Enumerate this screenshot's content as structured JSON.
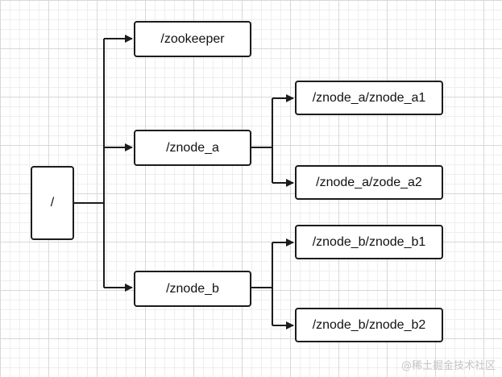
{
  "diagram": {
    "nodes": {
      "root": "/",
      "zookeeper": "/zookeeper",
      "znode_a": "/znode_a",
      "znode_b": "/znode_b",
      "znode_a_a1": "/znode_a/znode_a1",
      "znode_a_a2": "/znode_a/zode_a2",
      "znode_b_b1": "/znode_b/znode_b1",
      "znode_b_b2": "/znode_b/znode_b2"
    },
    "edges": [
      {
        "from": "root",
        "to": "zookeeper"
      },
      {
        "from": "root",
        "to": "znode_a"
      },
      {
        "from": "root",
        "to": "znode_b"
      },
      {
        "from": "znode_a",
        "to": "znode_a_a1"
      },
      {
        "from": "znode_a",
        "to": "znode_a_a2"
      },
      {
        "from": "znode_b",
        "to": "znode_b_b1"
      },
      {
        "from": "znode_b",
        "to": "znode_b_b2"
      }
    ]
  },
  "watermark": "@稀土掘金技术社区",
  "colors": {
    "stroke": "#1c1c1c",
    "grid_major": "#d8d8d8",
    "grid_minor": "#eeeeee",
    "watermark": "#c4c4c4"
  }
}
